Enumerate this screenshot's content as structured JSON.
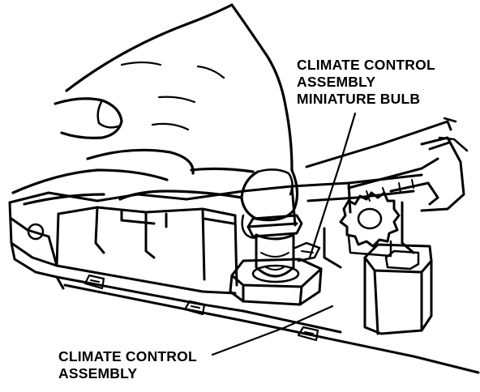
{
  "diagram": {
    "ink_color": "#000000",
    "paper_color": "#ffffff",
    "callouts": {
      "bulb": {
        "lines": [
          "CLIMATE CONTROL",
          "ASSEMBLY",
          "MINIATURE BULB"
        ]
      },
      "assembly": {
        "lines": [
          "CLIMATE CONTROL",
          "ASSEMBLY"
        ]
      }
    }
  }
}
